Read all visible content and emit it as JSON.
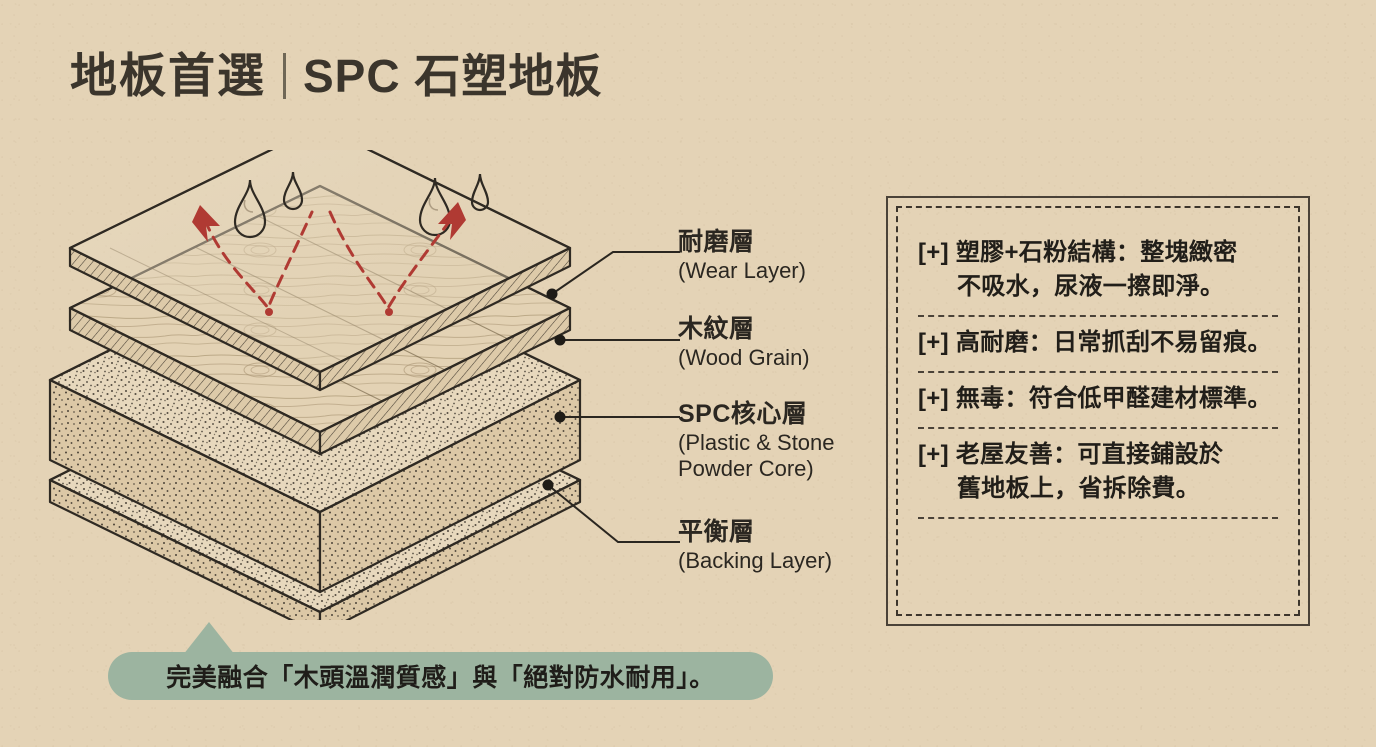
{
  "background_color": "#e4d3b6",
  "header": {
    "title_main": "地板首選",
    "separator": "|",
    "title_sub": "SPC 石塑地板",
    "title_color": "#3b352c"
  },
  "diagram": {
    "name": "spc-flooring-exploded-layer-diagram",
    "accent_arrow_color": "#b03a33",
    "ink_color": "#2f2a23",
    "droplets": [
      {
        "id": "droplet-large-left",
        "size": "large"
      },
      {
        "id": "droplet-small-left",
        "size": "small"
      },
      {
        "id": "droplet-large-right",
        "size": "large"
      },
      {
        "id": "droplet-small-right",
        "size": "small"
      }
    ],
    "repel_arrows": 2,
    "layers": [
      {
        "id": "wear-layer",
        "label_cn": "耐磨層",
        "label_en": "(Wear Layer)",
        "texture": "transparent-clear",
        "thickness": "thin"
      },
      {
        "id": "wood-grain-layer",
        "label_cn": "木紋層",
        "label_en": "(Wood Grain)",
        "texture": "wood-grain",
        "thickness": "thin"
      },
      {
        "id": "spc-core-layer",
        "label_cn": "SPC核心層",
        "label_en_line1": "(Plastic & Stone",
        "label_en_line2": "Powder Core)",
        "texture": "stippled-stone-powder",
        "thickness": "thick"
      },
      {
        "id": "backing-layer",
        "label_cn": "平衡層",
        "label_en": "(Backing Layer)",
        "texture": "stippled-stone-powder",
        "thickness": "thin"
      }
    ]
  },
  "feature_panel": {
    "border_color": "#4a4238",
    "items": [
      {
        "marker": "[+]",
        "line1": "[+] 塑膠+石粉結構：整塊緻密",
        "line2": "不吸水，尿液一擦即淨。"
      },
      {
        "marker": "[+]",
        "line1": "[+] 高耐磨：日常抓刮不易留痕。",
        "line2": ""
      },
      {
        "marker": "[+]",
        "line1": "[+] 無毒：符合低甲醛建材標準。",
        "line2": ""
      },
      {
        "marker": "[+]",
        "line1": "[+] 老屋友善：可直接鋪設於",
        "line2": "舊地板上，省拆除費。"
      }
    ]
  },
  "banner": {
    "text": "完美融合「木頭溫潤質感」與「絕對防水耐用」。",
    "background_color": "#9cb4a0",
    "text_color": "#1f1d19"
  }
}
